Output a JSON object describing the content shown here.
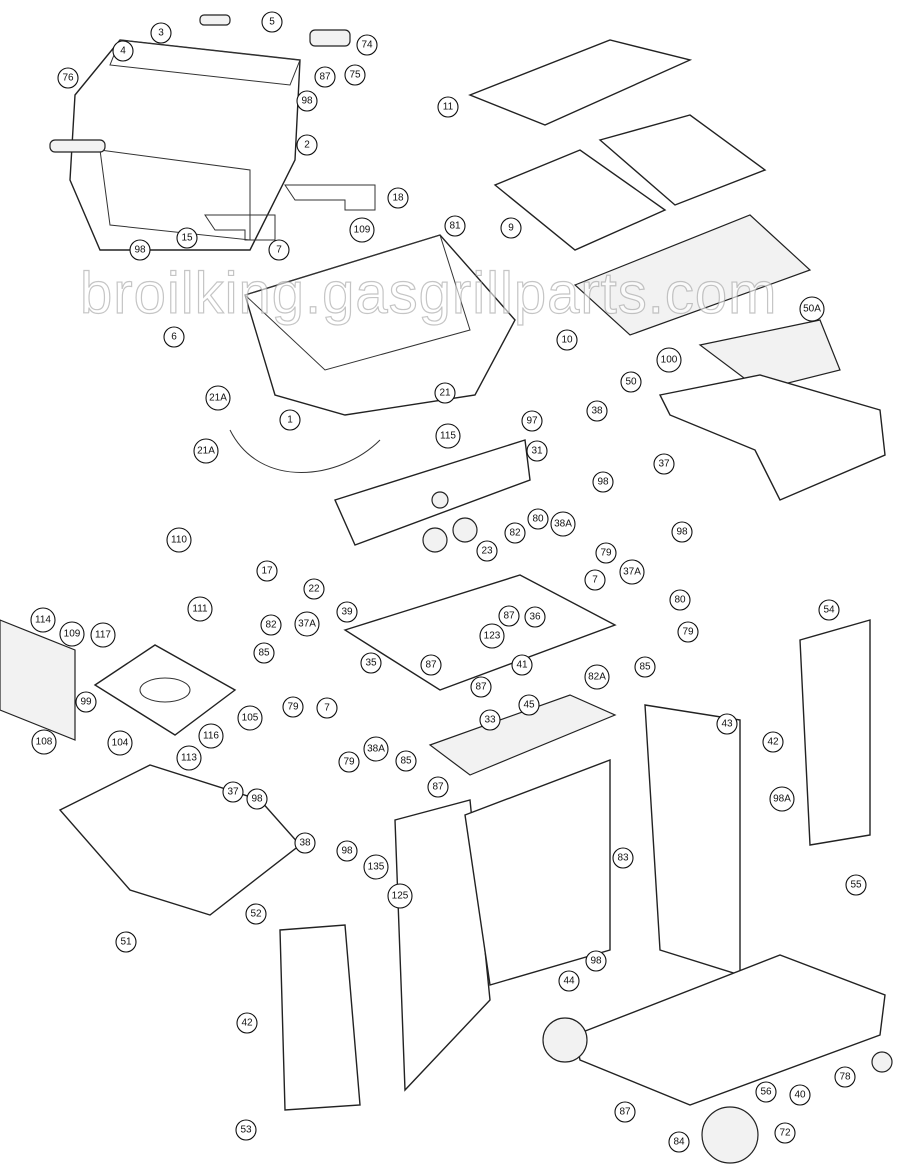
{
  "watermark": "broilking.gasgrillparts.com",
  "callouts": [
    "5",
    "3",
    "74",
    "4",
    "75",
    "76",
    "87",
    "98",
    "11",
    "2",
    "18",
    "9",
    "109",
    "15",
    "81",
    "98",
    "7",
    "6",
    "10",
    "50A",
    "100",
    "50",
    "21A",
    "21",
    "1",
    "97",
    "115",
    "38",
    "31",
    "21A",
    "98",
    "37",
    "98",
    "80",
    "38A",
    "82",
    "23",
    "79",
    "7",
    "110",
    "17",
    "22",
    "37A",
    "80",
    "111",
    "114",
    "109",
    "117",
    "39",
    "36",
    "87",
    "123",
    "79",
    "82",
    "37A",
    "85",
    "35",
    "87",
    "41",
    "85",
    "54",
    "82A",
    "87",
    "99",
    "79",
    "7",
    "45",
    "105",
    "108",
    "104",
    "116",
    "113",
    "33",
    "43",
    "42",
    "38A",
    "79",
    "85",
    "87",
    "37",
    "98",
    "98A",
    "38",
    "98",
    "83",
    "135",
    "125",
    "55",
    "51",
    "52",
    "98",
    "44",
    "42",
    "78",
    "40",
    "56",
    "87",
    "84",
    "53",
    "72"
  ]
}
